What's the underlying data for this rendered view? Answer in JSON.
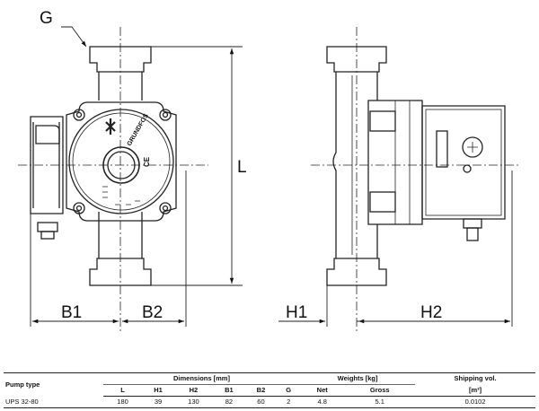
{
  "labels": {
    "g": "G",
    "l": "L",
    "b1": "B1",
    "b2": "B2",
    "h1": "H1",
    "h2": "H2",
    "brand": "GRUNDFOS",
    "ce": "CE"
  },
  "table": {
    "pump_type_header": "Pump type",
    "dimensions_header": "Dimensions [mm]",
    "weights_header": "Weights [kg]",
    "shipping_header": "Shipping vol.",
    "shipping_unit": "[m³]",
    "columns": [
      "L",
      "H1",
      "H2",
      "B1",
      "B2",
      "G",
      "Net",
      "Gross"
    ],
    "row": {
      "pump_type": "UPS 32-80",
      "values": [
        "180",
        "39",
        "130",
        "82",
        "60",
        "2",
        "4.8",
        "5.1",
        "0.0102"
      ]
    }
  }
}
